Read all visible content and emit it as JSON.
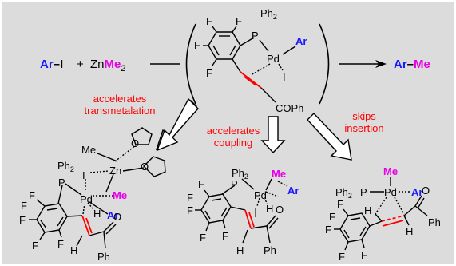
{
  "colors": {
    "background": "#dcdcdc",
    "frame": "#ffffff",
    "bond": "#000000",
    "ar_blue": "#1a1aff",
    "me_magenta": "#e600e6",
    "red": "#ff0000"
  },
  "top": {
    "reactant_ar": "Ar",
    "reactant_i": "–I",
    "plus": "+",
    "zn_prefix": "Zn",
    "me": "Me",
    "sub2": "2",
    "product_ar": "Ar",
    "dash": "–",
    "product_me": "Me"
  },
  "center": {
    "ph2": "Ph",
    "ph_sub": "2",
    "p": "P",
    "pd": "Pd",
    "ar": "Ar",
    "i": "I",
    "cooph": "COPh",
    "f1": "F",
    "f2": "F",
    "f3": "F",
    "f4": "F"
  },
  "annotations": {
    "left_l1": "accelerates",
    "left_l2": "transmetalation",
    "mid_l1": "accelerates",
    "mid_l2": "coupling",
    "right_l1": "skips",
    "right_l2": "insertion"
  },
  "left": {
    "ph2": "Ph",
    "ph_sub": "2",
    "p": "P",
    "pd": "Pd",
    "i": "I",
    "zn": "Zn",
    "me_top": "Me",
    "me": "Me",
    "h": "H",
    "ar": "Ar",
    "o1": "O",
    "o2": "O",
    "h_low": "H",
    "o_carbonyl": "O",
    "ph": "Ph",
    "f1": "F",
    "f2": "F",
    "f3": "F",
    "f4": "F",
    "f5": "F"
  },
  "middle": {
    "ph2": "Ph",
    "ph_sub": "2",
    "p": "P",
    "pd": "Pd",
    "me": "Me",
    "ar": "Ar",
    "i": "I",
    "h": "H",
    "h_low": "H",
    "o": "O",
    "ph": "Ph",
    "f1": "F",
    "f2": "F",
    "f3": "F",
    "f4": "F",
    "f5": "F"
  },
  "right": {
    "me": "Me",
    "ph2p": "Ph",
    "ph_sub": "2",
    "p": "P",
    "pd": "Pd",
    "ar": "Ar",
    "h1": "H",
    "h2": "H",
    "o": "O",
    "ph": "Ph",
    "f1": "F",
    "f2": "F",
    "f3": "F",
    "f4": "F",
    "f5": "F"
  }
}
